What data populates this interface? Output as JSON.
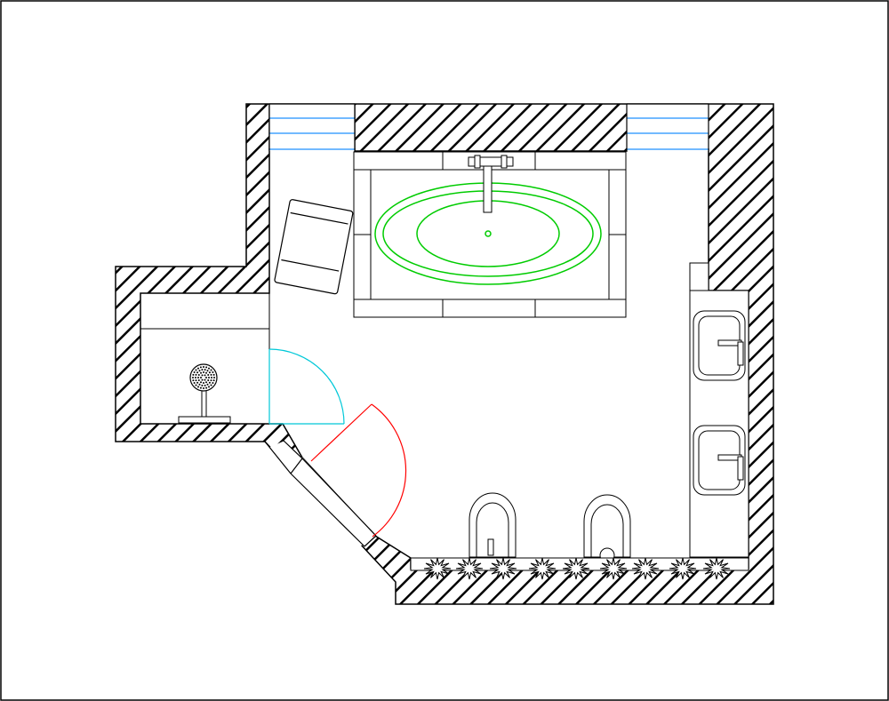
{
  "colors": {
    "wall_outline": "#000000",
    "hatch": "#000000",
    "window": "#1e90ff",
    "bathtub": "#00cc00",
    "shower_door_swing": "#00c8d8",
    "entry_door_swing": "#ff0000",
    "fixture_outline": "#000000",
    "plants": "#000000",
    "background": "#ffffff"
  },
  "plan": {
    "rooms": [
      "bathroom",
      "shower-alcove"
    ],
    "fixtures": [
      "freestanding-bathtub",
      "tub-faucet",
      "lounge-chair",
      "shower-head",
      "shower-valve",
      "double-vanity",
      "sink-1",
      "sink-2",
      "toilet",
      "bidet",
      "planter-strip"
    ],
    "windows": [
      "window-top-left",
      "window-top-right"
    ],
    "doors": [
      "shower-glass-door",
      "entry-door"
    ]
  }
}
